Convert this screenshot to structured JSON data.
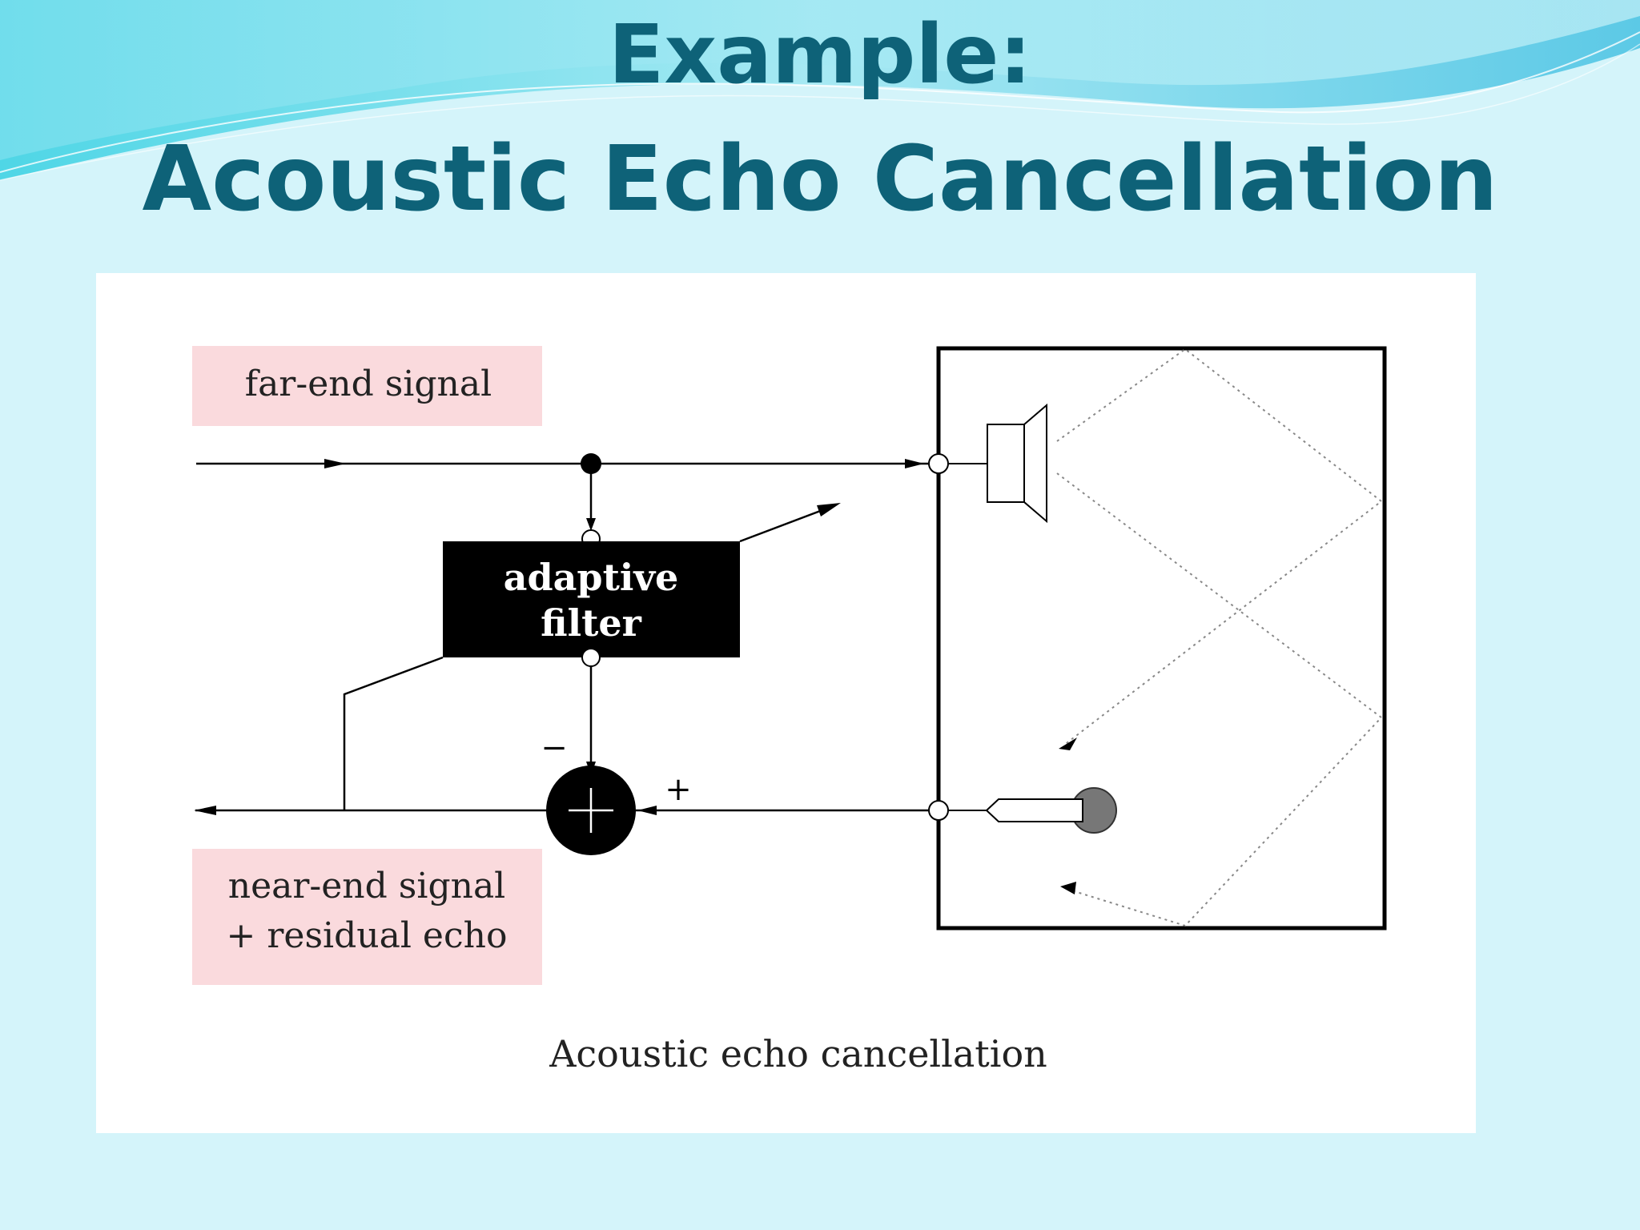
{
  "slide": {
    "title_line1": "Example:",
    "title_line2": "Acoustic Echo Cancellation"
  },
  "diagram": {
    "far_end_label": "far-end signal",
    "filter_label_line1": "adaptive",
    "filter_label_line2": "filter",
    "minus_sign": "−",
    "plus_sign": "+",
    "near_end_label_line1": "near-end signal",
    "near_end_label_line2": "+ residual echo",
    "caption": "Acoustic echo cancellation"
  },
  "colors": {
    "title": "#0e6278",
    "label_box": "#fadadd",
    "background": "#d4f4fa"
  }
}
